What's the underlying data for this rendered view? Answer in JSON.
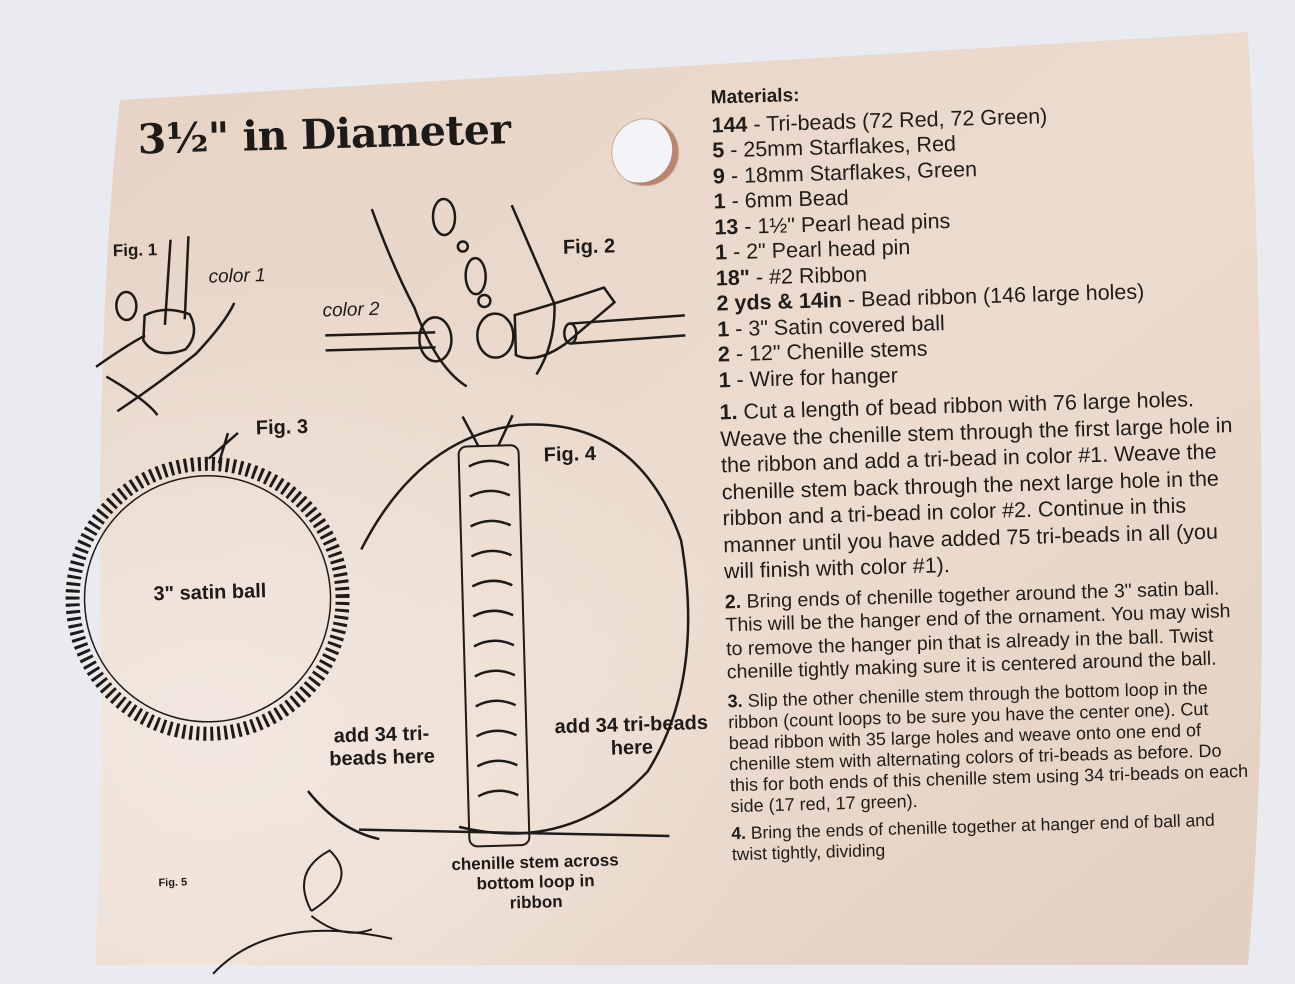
{
  "title": "3½\" in Diameter",
  "materials": {
    "heading": "Materials:",
    "items": [
      {
        "qty": "144",
        "text": " - Tri-beads (72 Red, 72 Green)"
      },
      {
        "qty": "5",
        "text": " - 25mm Starflakes, Red"
      },
      {
        "qty": "9",
        "text": " - 18mm Starflakes, Green"
      },
      {
        "qty": "1",
        "text": " - 6mm Bead"
      },
      {
        "qty": "13",
        "text": " - 1½\" Pearl head pins"
      },
      {
        "qty": "1",
        "text": " - 2\" Pearl head pin"
      },
      {
        "qty": "18\"",
        "text": " - #2 Ribbon"
      },
      {
        "qty": "2 yds & 14in",
        "text": " - Bead ribbon (146 large holes)"
      },
      {
        "qty": "1",
        "text": " - 3\" Satin covered ball"
      },
      {
        "qty": "2",
        "text": " - 12\" Chenille stems"
      },
      {
        "qty": "1",
        "text": " - Wire for hanger"
      }
    ]
  },
  "steps": [
    {
      "num": "1.",
      "text": "Cut a length of bead ribbon with 76 large holes. Weave the chenille stem through the first large hole in the ribbon and add a tri-bead in color #1. Weave the chenille stem back through the next large hole in the ribbon and a tri-bead in color #2. Continue in this manner until you have added 75 tri-beads in all (you will finish with color #1)."
    },
    {
      "num": "2.",
      "text": "Bring ends of chenille together around the 3\" satin ball. This will be the hanger end of the ornament. You may wish to remove the hanger pin that is already in the ball. Twist chenille tightly making sure it is centered around the ball."
    },
    {
      "num": "3.",
      "text": "Slip the other chenille stem through the bottom loop in the ribbon (count loops to be sure you have the center one). Cut bead ribbon with 35 large holes and weave onto one end of chenille stem with alternating colors of tri-beads as before. Do this for both ends of this chenille stem using 34 tri-beads on each side (17 red, 17 green)."
    },
    {
      "num": "4.",
      "text": "Bring the ends of chenille together at hanger end of ball and twist tightly, dividing"
    }
  ],
  "figures": {
    "fig1": "Fig. 1",
    "fig2": "Fig. 2",
    "fig3": "Fig. 3",
    "fig4": "Fig. 4",
    "fig5": "Fig. 5",
    "color1": "color 1",
    "color2": "color 2",
    "satin_ball": "3\" satin ball",
    "add_left": "add 34 tri-beads here",
    "add_right": "add 34 tri-beads here",
    "chenille_caption": "chenille stem across bottom loop in ribbon"
  },
  "colors": {
    "card": "#ead8cc",
    "ink": "#1d1a17",
    "background": "#e9ebf0"
  }
}
